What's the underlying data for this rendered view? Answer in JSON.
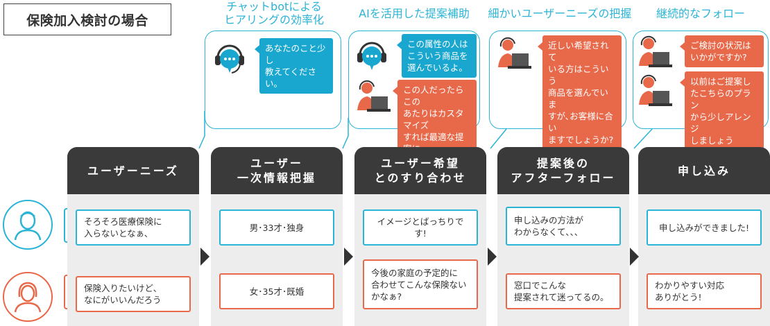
{
  "title": "保険加入検討の場合",
  "callouts": [
    {
      "heading": "チャットbotによる\nヒアリングの効率化",
      "bubbles": [
        {
          "text": "あなたのこと少し\n教えてください。",
          "color": "blue",
          "icon": "chatbot-headset-icon"
        }
      ]
    },
    {
      "heading": "AIを活用した提案補助",
      "bubbles": [
        {
          "text": "この属性の人は\nこういう商品を\n選んでいるよ。",
          "color": "blue",
          "icon": "chatbot-headset-icon"
        },
        {
          "text": "この人だったらこの\nあたりはカスタマイズ\nすれば最適な提案に\nなりそう!",
          "color": "orange",
          "icon": "operator-laptop-icon"
        }
      ]
    },
    {
      "heading": "細かいユーザーニーズの把握",
      "bubbles": [
        {
          "text": "近しい希望されて\nいる方はこういう\n商品を選んでいま\nすが､お客様に合い\nますでしょうか?",
          "color": "orange",
          "icon": "operator-laptop-icon"
        }
      ]
    },
    {
      "heading": "継続的なフォロー",
      "bubbles": [
        {
          "text": "ご検討の状況は\nいかがですか?",
          "color": "orange",
          "icon": "operator-laptop-icon"
        },
        {
          "text": "以前はご提案し\nたこちらのプラン\nから少しアレンジ\nしましょう",
          "color": "orange",
          "icon": "operator-laptop-icon"
        }
      ]
    }
  ],
  "columns": [
    {
      "header": "ユーザーニーズ",
      "row1": "そろそろ医療保険に\n入らないとなぁ､",
      "row2": "保険入りたいけど､\nなにがいいんだろう"
    },
    {
      "header": "ユーザー\n一次情報把握",
      "row1": "男･33才･独身",
      "row2": "女･35才･既婚"
    },
    {
      "header": "ユーザー希望\nとのすり合わせ",
      "row1": "イメージとばっちりです!",
      "row2": "今後の家庭の予定的に\n合わせてこんな保険ない\nかなぁ?"
    },
    {
      "header": "提案後の\nアフターフォロー",
      "row1": "申し込みの方法が\nわからなくて､､､",
      "row2": "窓口でこんな\n提案されて迷ってるの｡"
    },
    {
      "header": "申し込み",
      "row1": "申し込みができました!",
      "row2": "わかりやすい対応\nありがとう!"
    }
  ],
  "colors": {
    "blue": "#2bb4d6",
    "orange": "#e8684a",
    "dark": "#3a3a3a",
    "column_bg": "#ededed"
  },
  "personas": [
    {
      "icon": "male-user-icon",
      "color": "blue"
    },
    {
      "icon": "female-user-icon",
      "color": "orange"
    }
  ]
}
